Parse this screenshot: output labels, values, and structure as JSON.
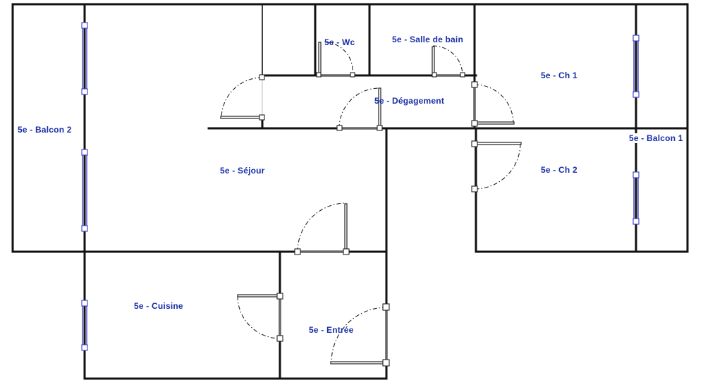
{
  "rooms": {
    "balcon2": "5e - Balcon 2",
    "wc": "5e - Wc",
    "salle_de_bain": "5e - Salle de bain",
    "ch1": "5e - Ch 1",
    "degagement": "5e - Dégagement",
    "balcon1": "5e - Balcon 1",
    "sejour": "5e - Séjour",
    "ch2": "5e - Ch 2",
    "cuisine": "5e - Cuisine",
    "entree": "5e - Entrée"
  },
  "colors": {
    "wall": "#111111",
    "label": "#1a2fa8",
    "window": "#3a3ac9",
    "background": "#ffffff"
  }
}
